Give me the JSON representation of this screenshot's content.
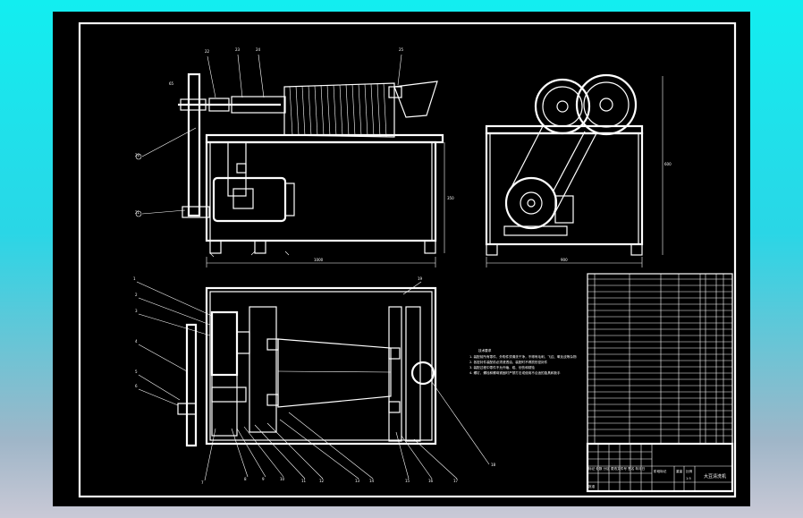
{
  "drawing": {
    "notes_heading": "技术要求",
    "notes": [
      "1. 装配前所有零件、外购件须清洗干净，不得有毛刺、飞边、氧化皮等杂物",
      "2. 各密封件装配前必须浸透油，装配时不得损伤密封件",
      "3. 装配过程中零件不允许磕、碰、划伤和锈蚀",
      "4. 螺钉、螺栓和螺母紧固时严禁打击或使用不合适的旋具和扳手"
    ],
    "dimensions": {
      "front_width": "1000",
      "side_width": "900",
      "front_height": "350",
      "side_height": "600",
      "top_height": "65"
    },
    "balloons": [
      "1",
      "2",
      "3",
      "4",
      "5",
      "6",
      "7",
      "8",
      "9",
      "10",
      "11",
      "12",
      "13",
      "14",
      "15",
      "16",
      "17",
      "18",
      "19",
      "20",
      "21",
      "22",
      "23",
      "24",
      "25"
    ],
    "title_block": {
      "drawing_name": "大豆清洗机",
      "scale": "1:5",
      "stage_label": "阶段标记",
      "weight_label": "重量",
      "scale_label": "比例",
      "approval_label": "批准",
      "revision_row": "标记 处数 分区 更改文件号 签名 年月日"
    }
  }
}
